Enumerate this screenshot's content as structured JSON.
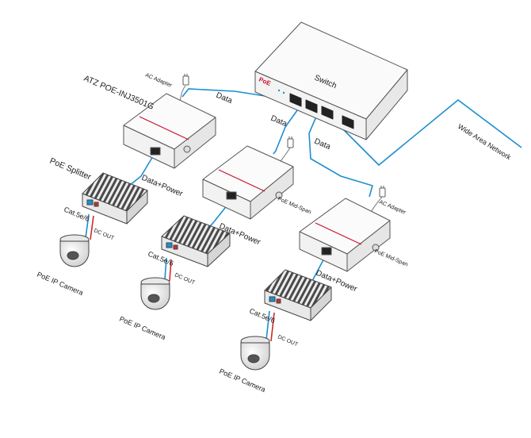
{
  "labels": {
    "switch": "Switch",
    "poe_badge": "PoE",
    "wan": "Wide Area Network",
    "model": "ATZ POE-INJ3501G",
    "ac_adapter_1": "AC Adapter",
    "ac_adapter_2": "AC Adapter",
    "data_1": "Data",
    "data_2": "Data",
    "data_3": "Data",
    "data_power_1": "Data+Power",
    "data_power_2": "Data+Power",
    "data_power_3": "Data+Power",
    "poe_splitter": "PoE Splitter",
    "poe_midspan_1": "PoE Mid-Span",
    "poe_midspan_2": "PoE Mid-Span",
    "cat_1": "Cat.5e/6",
    "cat_2": "Cat.5e/6",
    "cat_3": "Cat.5e/6",
    "dcout_1": "DC OUT",
    "dcout_2": "DC OUT",
    "dcout_3": "DC OUT",
    "camera_1": "PoE IP Camera",
    "camera_2": "PoE IP Camera",
    "camera_3": "PoE IP Camera"
  },
  "colors": {
    "data_cable": "#1b8fd0",
    "power_cable": "#d12a2a",
    "device_outline": "#555555",
    "accent_red": "#c8102e"
  }
}
